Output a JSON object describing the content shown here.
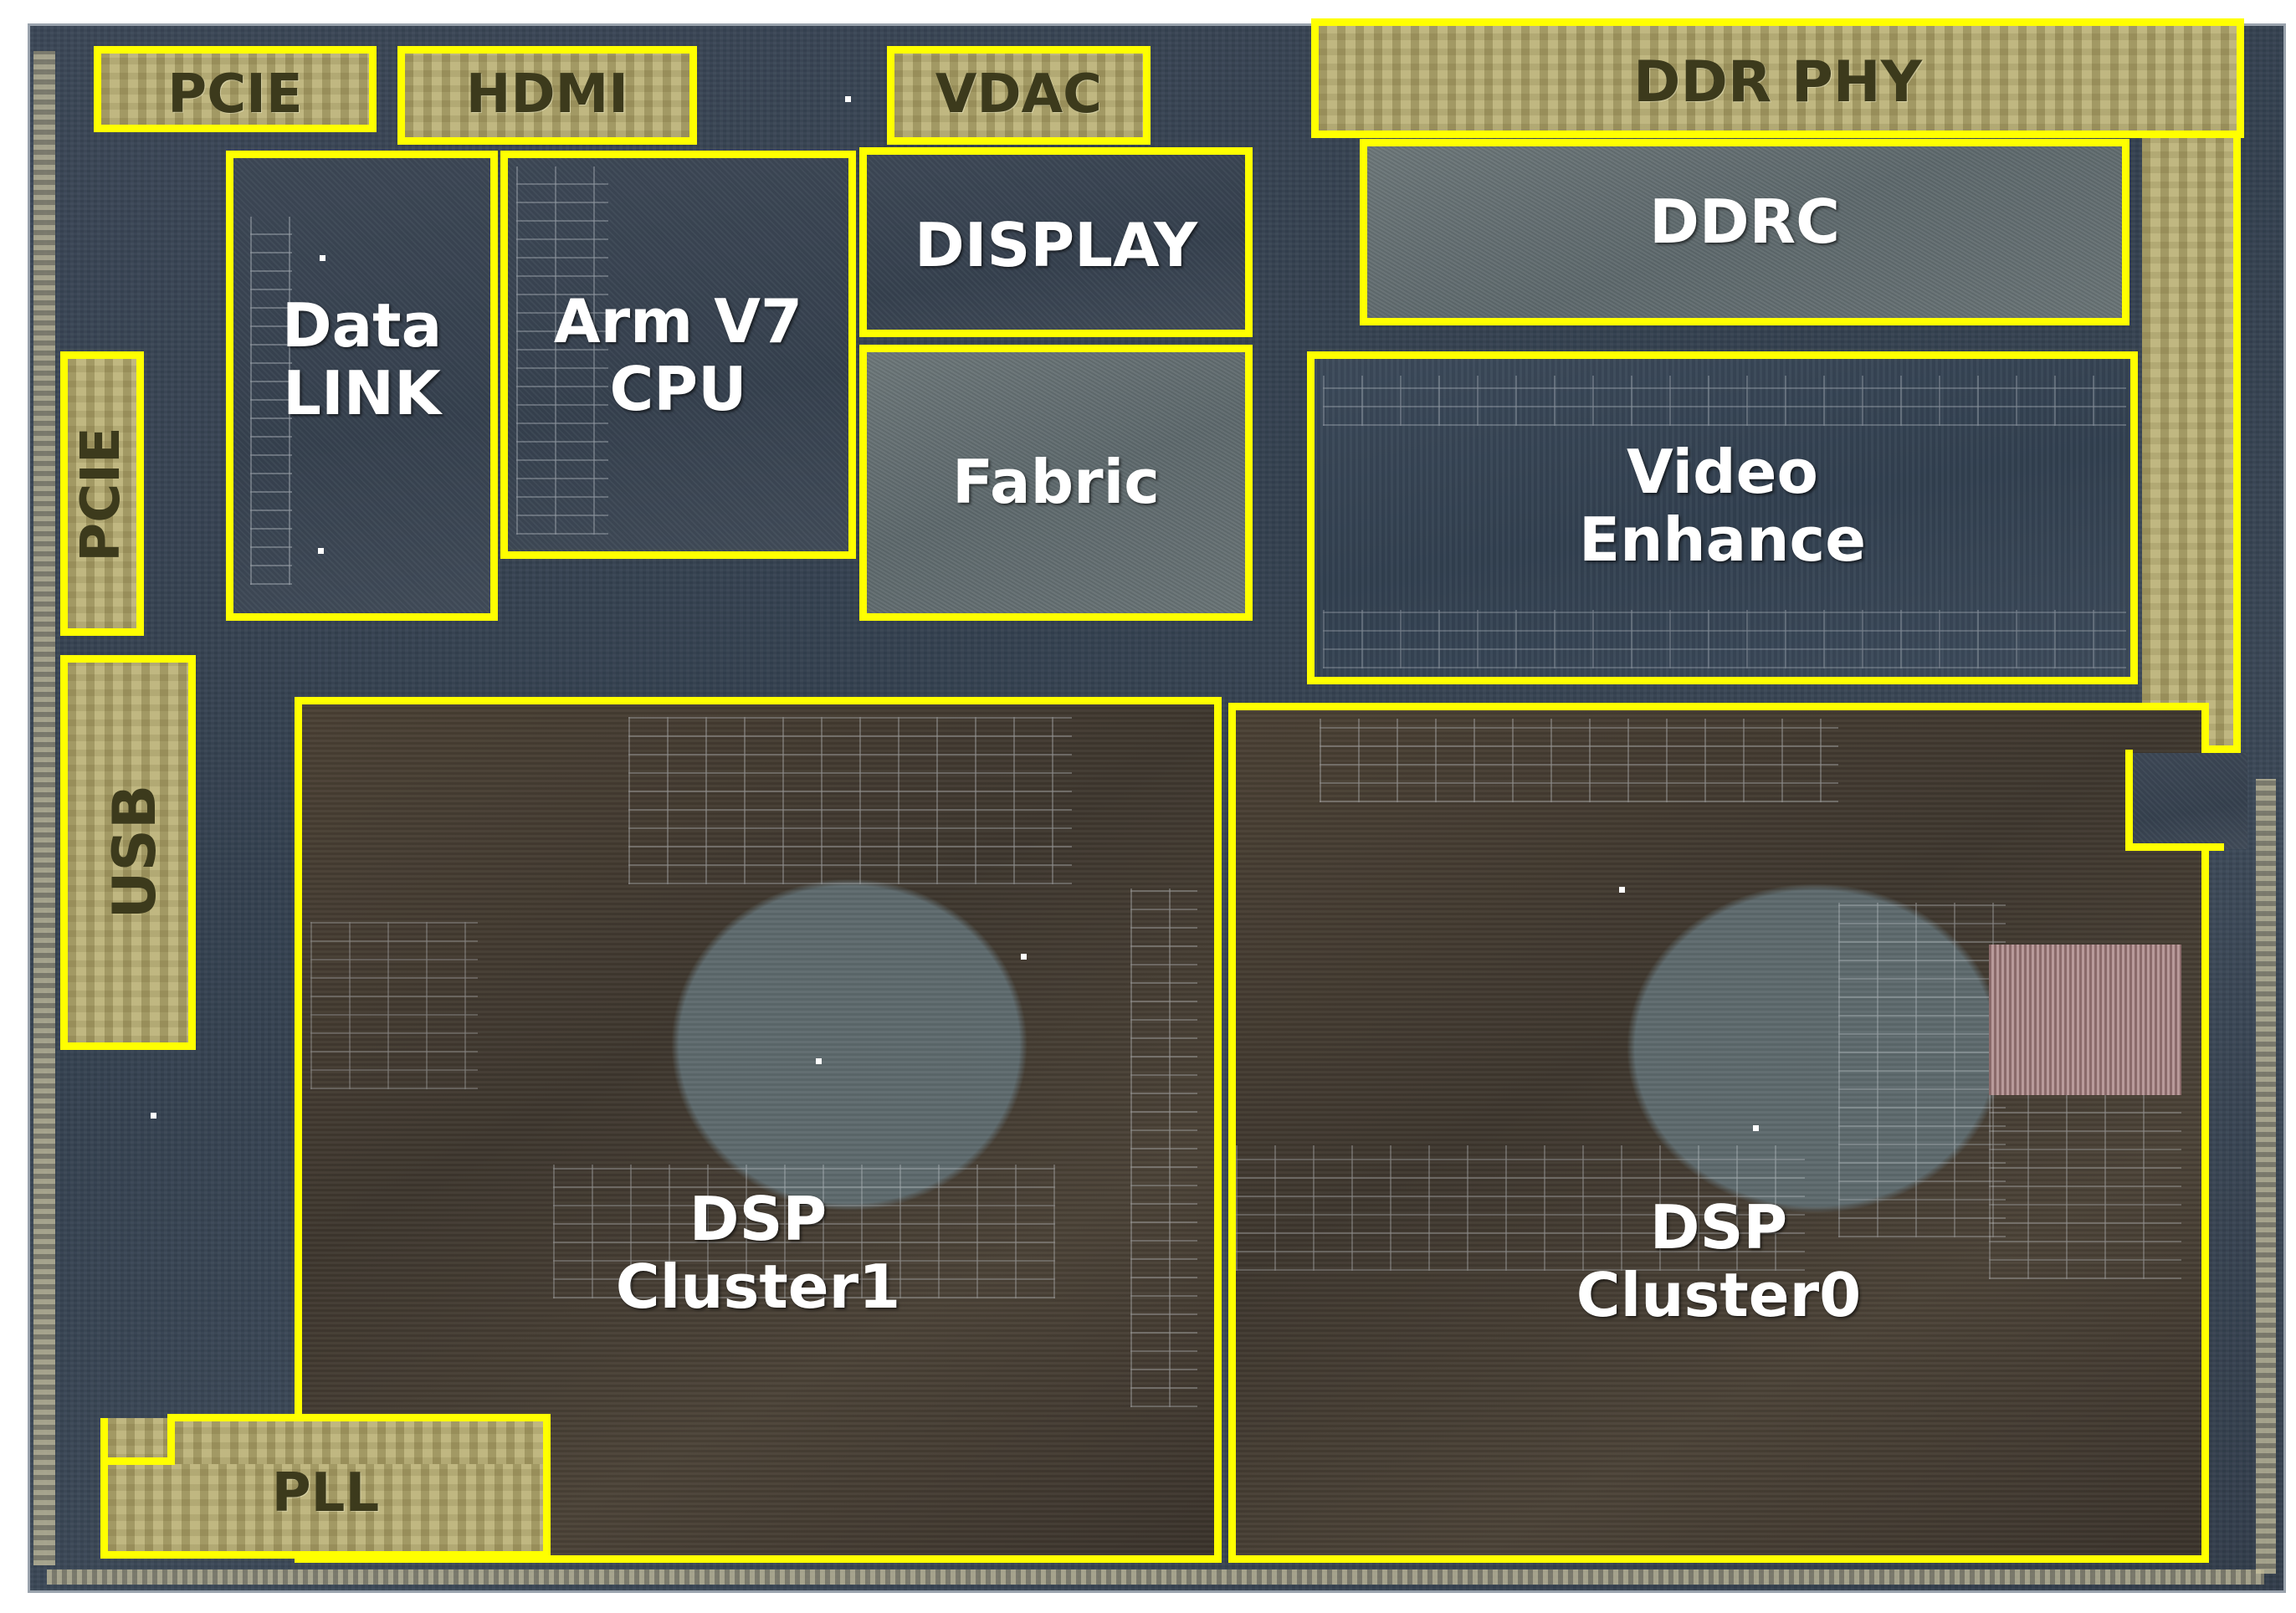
{
  "blocks": {
    "pcie_top": "PCIE",
    "hdmi": "HDMI",
    "vdac": "VDAC",
    "ddr_phy": "DDR PHY",
    "data_link": "Data\nLINK",
    "arm_cpu": "Arm V7\nCPU",
    "display": "DISPLAY",
    "ddrc": "DDRC",
    "fabric": "Fabric",
    "video_enhance": "Video\nEnhance",
    "pcie_left": "PCIE",
    "usb": "USB",
    "dsp_cluster1": "DSP\nCluster1",
    "dsp_cluster0": "DSP\nCluster0",
    "pll": "PLL"
  },
  "colors": {
    "outline": "#ffff00",
    "label_light": "#ffffff",
    "label_dark": "#3c3a1c"
  }
}
